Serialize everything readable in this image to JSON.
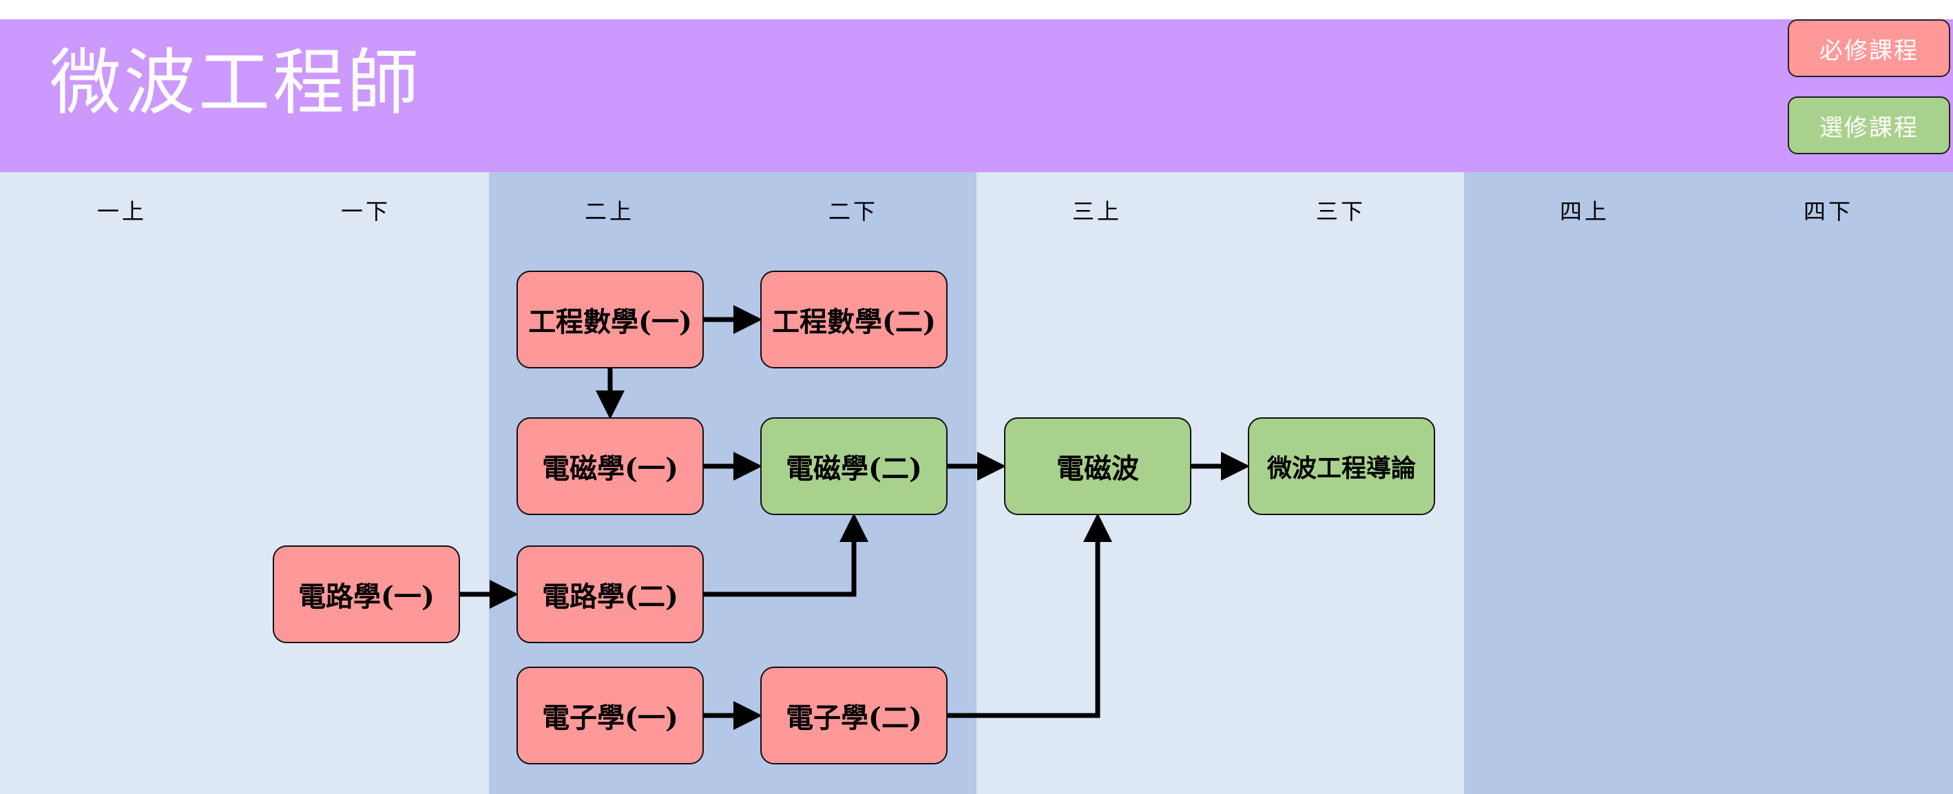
{
  "title": "微波工程師",
  "legend": {
    "required": "必修課程",
    "elective": "選修課程"
  },
  "colors": {
    "header": "#cc99ff",
    "required": "#ff9999",
    "elective": "#a9d18e",
    "band_light": "#dee8f4",
    "band_dark": "#b4c7e7"
  },
  "semesters": [
    "一上",
    "一下",
    "二上",
    "二下",
    "三上",
    "三下",
    "四上",
    "四下"
  ],
  "courses": {
    "eng_math_1": {
      "label": "工程數學(一)",
      "type": "required"
    },
    "eng_math_2": {
      "label": "工程數學(二)",
      "type": "required"
    },
    "em_1": {
      "label": "電磁學(一)",
      "type": "required"
    },
    "em_2": {
      "label": "電磁學(二)",
      "type": "elective"
    },
    "em_wave": {
      "label": "電磁波",
      "type": "elective"
    },
    "microwave_intro": {
      "label": "微波工程導論",
      "type": "elective"
    },
    "circuit_1": {
      "label": "電路學(一)",
      "type": "required"
    },
    "circuit_2": {
      "label": "電路學(二)",
      "type": "required"
    },
    "electronics_1": {
      "label": "電子學(一)",
      "type": "required"
    },
    "electronics_2": {
      "label": "電子學(二)",
      "type": "required"
    }
  },
  "prerequisites": [
    {
      "from": "eng_math_1",
      "to": "eng_math_2"
    },
    {
      "from": "eng_math_1",
      "to": "em_1"
    },
    {
      "from": "em_1",
      "to": "em_2"
    },
    {
      "from": "em_2",
      "to": "em_wave"
    },
    {
      "from": "em_wave",
      "to": "microwave_intro"
    },
    {
      "from": "circuit_1",
      "to": "circuit_2"
    },
    {
      "from": "circuit_2",
      "to": "em_2"
    },
    {
      "from": "electronics_1",
      "to": "electronics_2"
    },
    {
      "from": "electronics_2",
      "to": "em_wave"
    }
  ]
}
